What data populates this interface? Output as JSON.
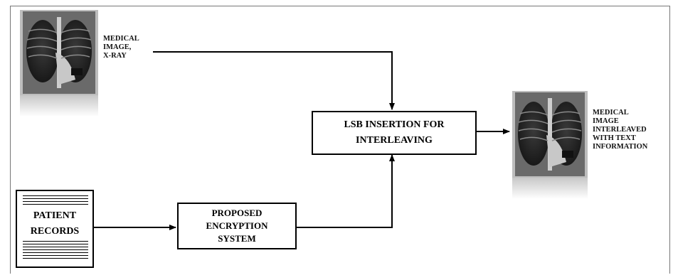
{
  "nodes": {
    "source_image_label": [
      "MEDICAL",
      "IMAGE,",
      "X-RAY"
    ],
    "lsb_box": [
      "LSB INSERTION FOR",
      "INTERLEAVING"
    ],
    "patient_records": [
      "PATIENT",
      "RECORDS"
    ],
    "encryption_box": [
      "PROPOSED",
      "ENCRYPTION",
      "SYSTEM"
    ],
    "output_image_label": [
      "MEDICAL",
      "IMAGE",
      "INTERLEAVED",
      "WITH TEXT",
      "INFORMATION"
    ]
  },
  "edges": [
    {
      "from": "source-image",
      "to": "lsb-box"
    },
    {
      "from": "patient-records",
      "to": "encryption-box"
    },
    {
      "from": "encryption-box",
      "to": "lsb-box"
    },
    {
      "from": "lsb-box",
      "to": "output-image"
    }
  ],
  "colors": {
    "ink": "#000000",
    "frame": "#777777",
    "xray_dark": "#1a1a1a",
    "xray_light": "#e0e0e0"
  }
}
